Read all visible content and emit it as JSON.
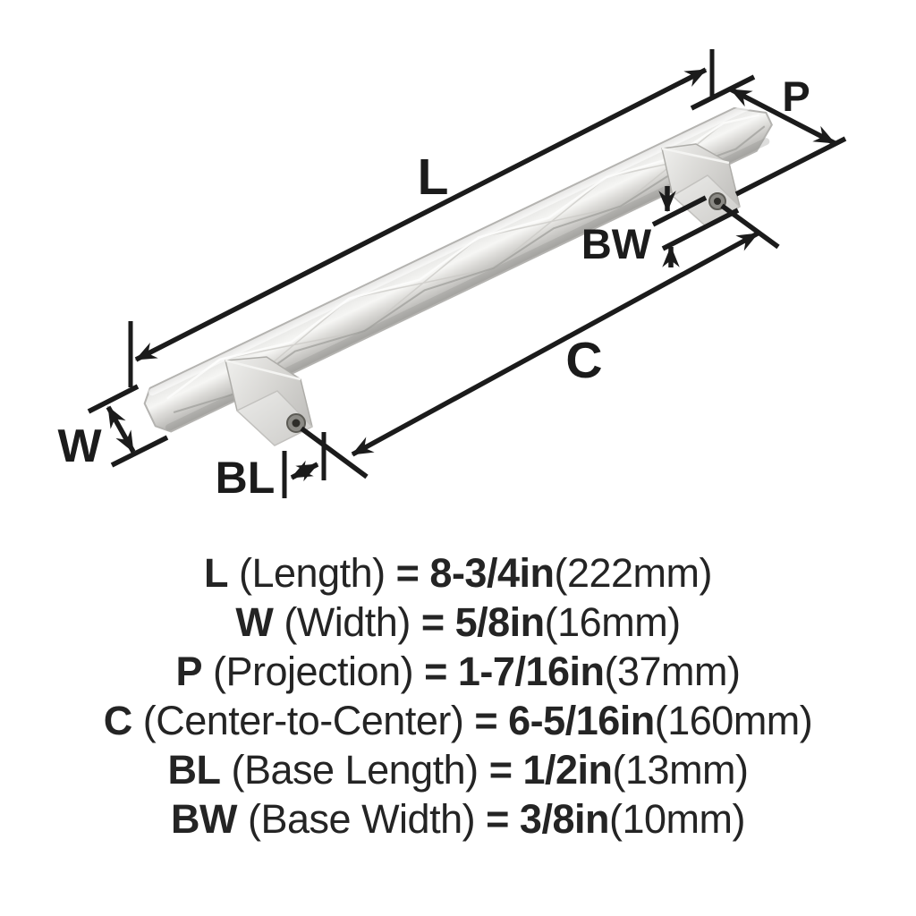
{
  "diagram": {
    "labels": {
      "length": "L",
      "projection": "P",
      "base_width": "BW",
      "center_to_center": "C",
      "width": "W",
      "base_length": "BL"
    },
    "colors": {
      "dimension_line": "#1b1b1b",
      "metal_highlight": "#f6f6f4",
      "metal_mid": "#d6d5d2",
      "metal_shadow": "#aeadaa"
    }
  },
  "specs": [
    {
      "key": "L",
      "name": "(Length)",
      "eq": "=",
      "value": "8-3/4in",
      "metric": "(222mm)"
    },
    {
      "key": "W",
      "name": "(Width)",
      "eq": "=",
      "value": "5/8in",
      "metric": "(16mm)"
    },
    {
      "key": "P",
      "name": "(Projection)",
      "eq": "=",
      "value": "1-7/16in",
      "metric": "(37mm)"
    },
    {
      "key": "C",
      "name": "(Center-to-Center)",
      "eq": "=",
      "value": "6-5/16in",
      "metric": "(160mm)"
    },
    {
      "key": "BL",
      "name": "(Base Length)",
      "eq": "=",
      "value": "1/2in",
      "metric": "(13mm)"
    },
    {
      "key": "BW",
      "name": "(Base Width)",
      "eq": "=",
      "value": "3/8in",
      "metric": "(10mm)"
    }
  ]
}
